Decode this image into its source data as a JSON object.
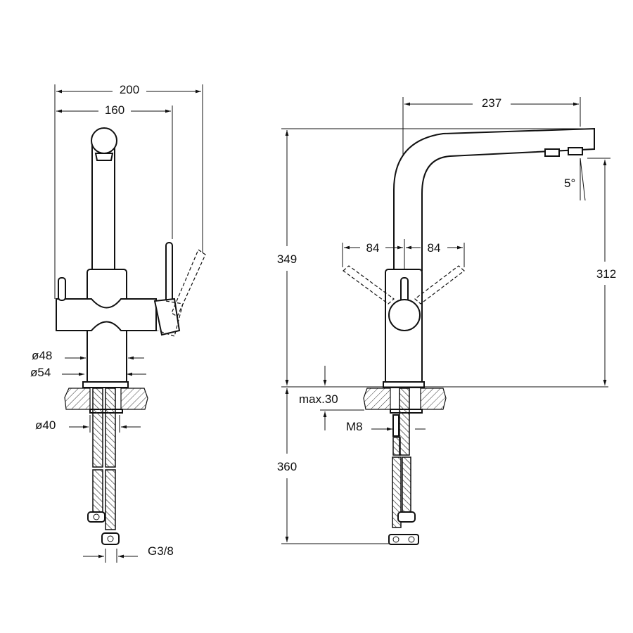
{
  "front_view": {
    "width_overall": "200",
    "width_handles": "160",
    "diameter_body": "ø48",
    "diameter_base": "ø54",
    "diameter_hole": "ø40",
    "connection_thread": "G3/8"
  },
  "side_view": {
    "spout_reach": "237",
    "total_height": "349",
    "handle_swing_left": "84",
    "handle_swing_right": "84",
    "spout_angle": "5°",
    "spout_height": "312",
    "counter_thickness": "max.30",
    "mounting_rod": "M8",
    "hose_length": "360"
  }
}
